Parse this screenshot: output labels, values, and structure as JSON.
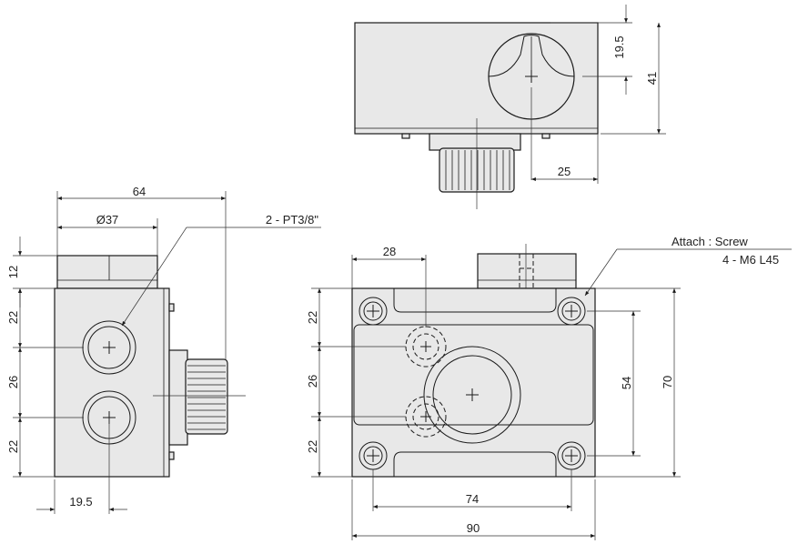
{
  "views": {
    "top": {
      "dim_19_5": "19.5",
      "dim_41": "41",
      "dim_25": "25"
    },
    "side": {
      "dim_64": "64",
      "dim_37": "Ø37",
      "port_note": "2 - PT3/8\"",
      "dim_12": "12",
      "dim_22_top": "22",
      "dim_26": "26",
      "dim_22_bottom": "22",
      "dim_19_5": "19.5"
    },
    "front": {
      "dim_28": "28",
      "attach_note_line1": "Attach : Screw",
      "attach_note_line2": "4 - M6 L45",
      "dim_22_top": "22",
      "dim_26": "26",
      "dim_22_bottom": "22",
      "dim_54": "54",
      "dim_70": "70",
      "dim_74": "74",
      "dim_90": "90"
    }
  }
}
